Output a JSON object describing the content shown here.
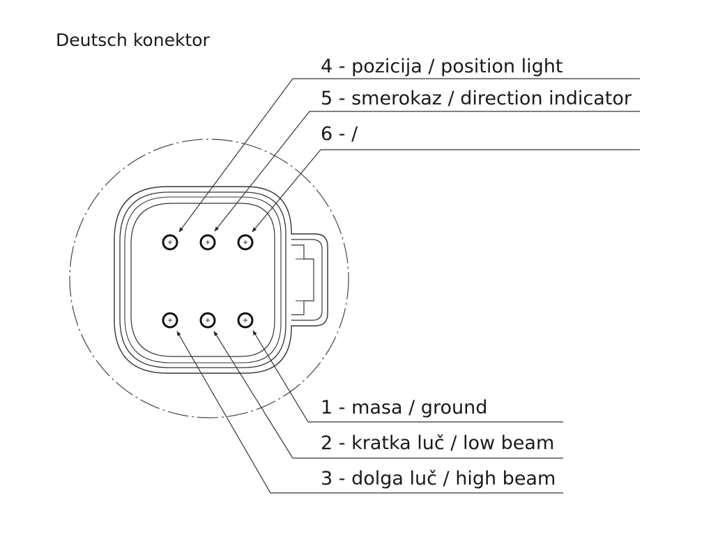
{
  "title": "Deutsch konektor",
  "top_labels": [
    {
      "pin": 4,
      "text": "4 - pozicija / position light"
    },
    {
      "pin": 5,
      "text": "5 - smerokaz / direction indicator"
    },
    {
      "pin": 6,
      "text": "6 - /"
    }
  ],
  "bottom_labels": [
    {
      "pin": 1,
      "text": "1 - masa / ground"
    },
    {
      "pin": 2,
      "text": "2 - kratka luč / low beam"
    },
    {
      "pin": 3,
      "text": "3 - dolga luč / high beam"
    }
  ]
}
